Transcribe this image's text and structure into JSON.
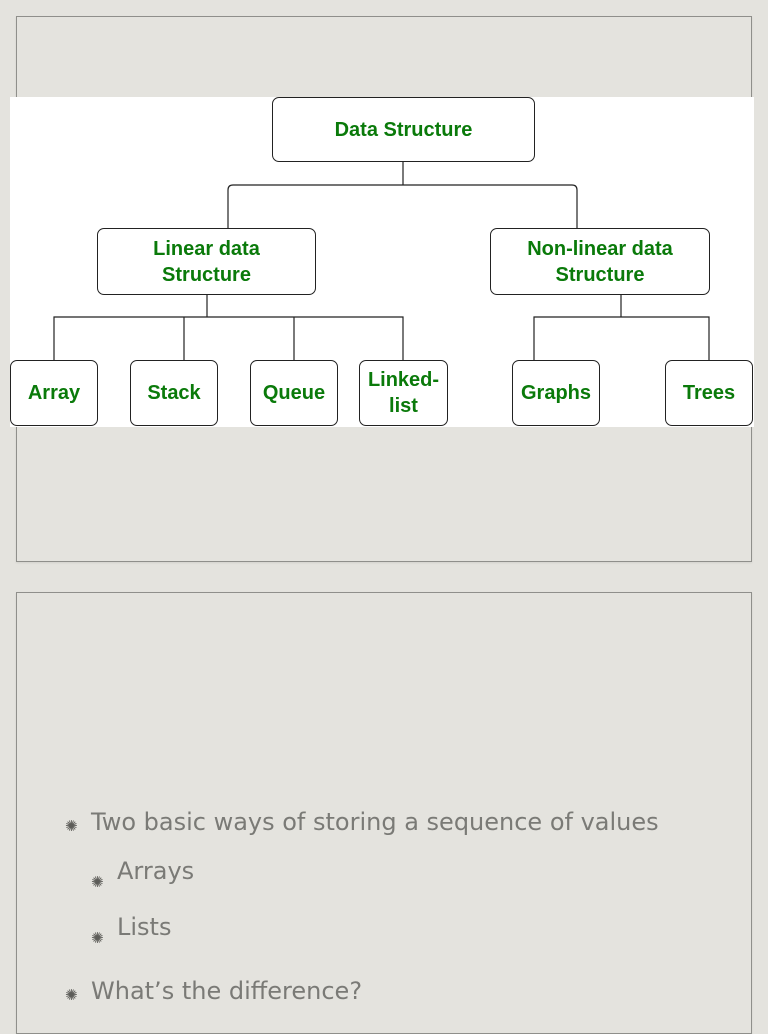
{
  "diagram": {
    "root": "Data Structure",
    "linear": "Linear data\nStructure",
    "nonlinear": "Non-linear data\nStructure",
    "linear_children": [
      "Array",
      "Stack",
      "Queue",
      "Linked-\nlist"
    ],
    "nonlinear_children": [
      "Graphs",
      "Trees"
    ],
    "label_color": "#0a7a0a"
  },
  "bullets": {
    "level1": [
      "Two basic ways of storing a sequence of values",
      "What’s the difference?"
    ],
    "level2": [
      "Arrays",
      "Lists"
    ],
    "marker_icon": "asterisk-bullet-icon"
  }
}
